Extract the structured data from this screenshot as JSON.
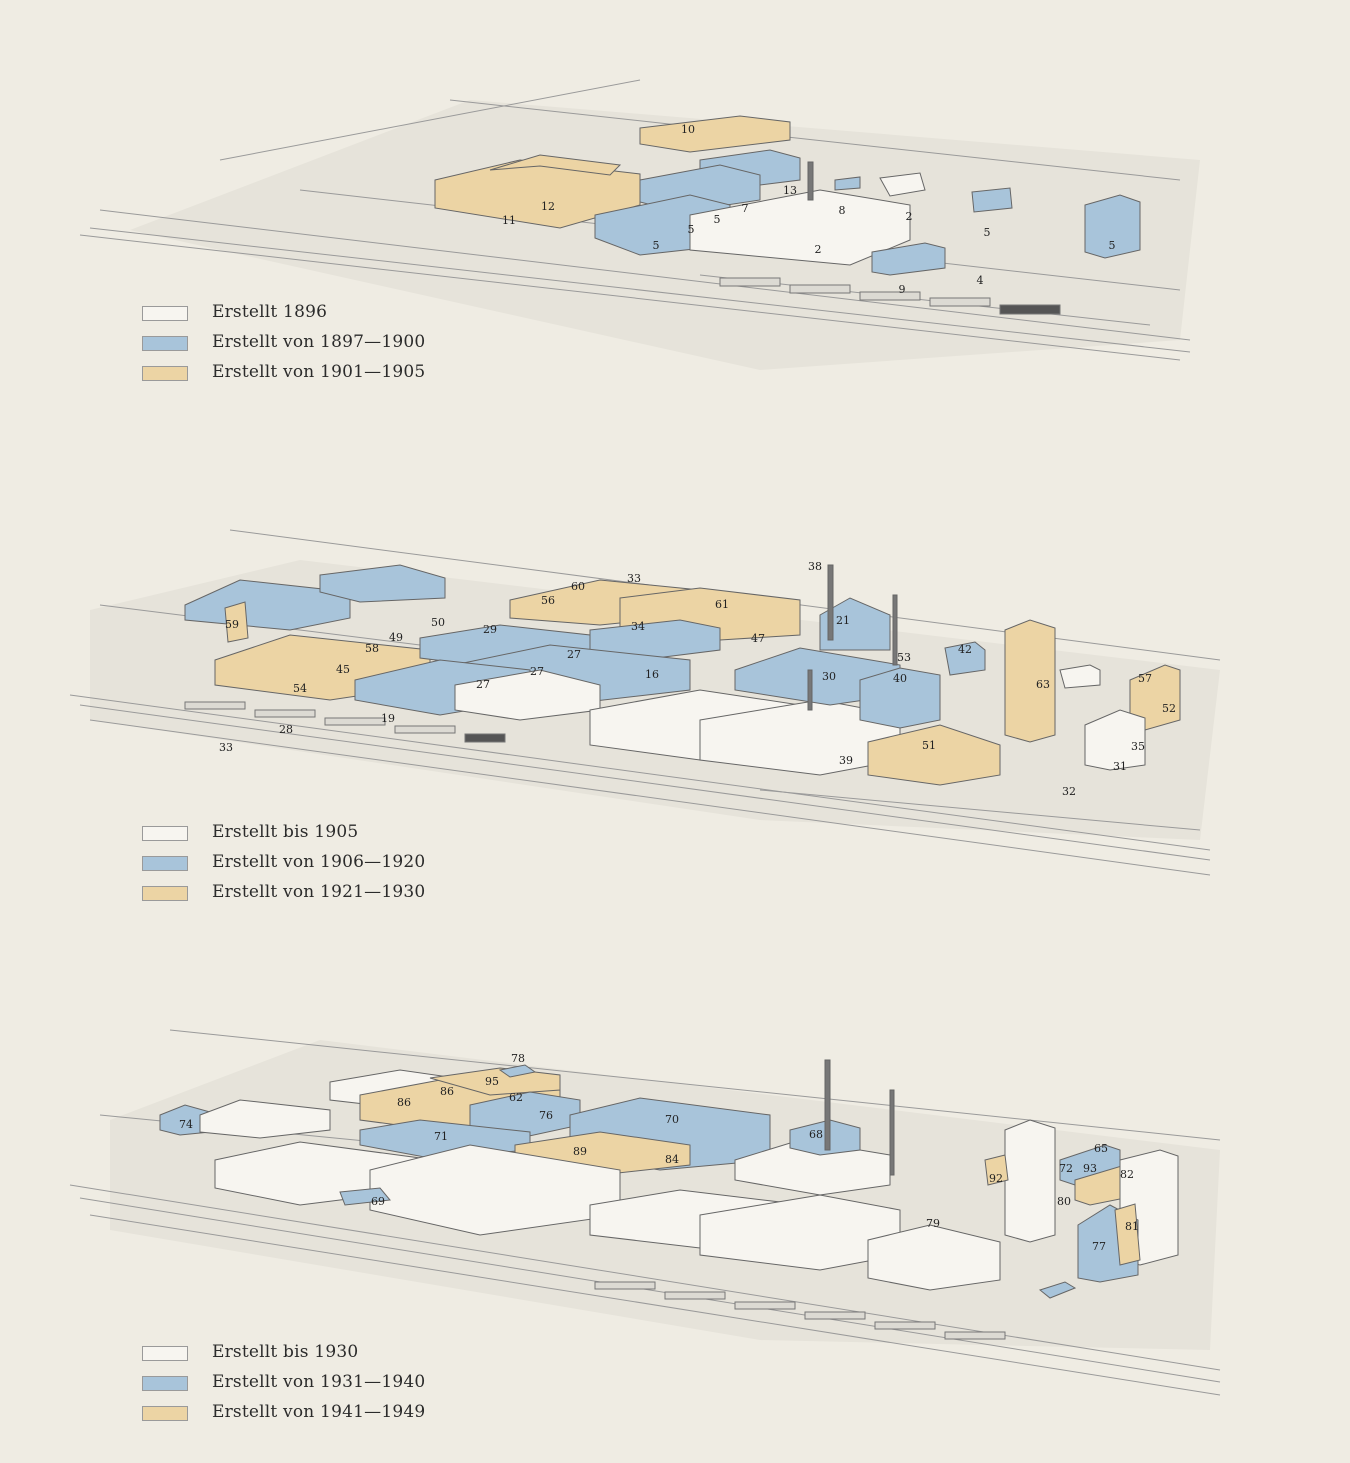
{
  "colors": {
    "white": "#f7f5f0",
    "blue": "#a8c4da",
    "tan": "#ecd4a4",
    "outline": "#666666",
    "ground": "#e3e0d8"
  },
  "panels": [
    {
      "legend": [
        {
          "label": "Erstellt 1896",
          "color": "white"
        },
        {
          "label": "Erstellt von 1897—1900",
          "color": "blue"
        },
        {
          "label": "Erstellt von 1901—1905",
          "color": "tan"
        }
      ],
      "labels": [
        "10",
        "12",
        "11",
        "13",
        "7",
        "5",
        "5",
        "5",
        "8",
        "2",
        "2",
        "5",
        "5",
        "4",
        "9"
      ]
    },
    {
      "legend": [
        {
          "label": "Erstellt bis 1905",
          "color": "white"
        },
        {
          "label": "Erstellt von 1906—1920",
          "color": "blue"
        },
        {
          "label": "Erstellt von 1921—1930",
          "color": "tan"
        }
      ],
      "labels": [
        "38",
        "60",
        "33",
        "56",
        "61",
        "59",
        "50",
        "29",
        "34",
        "49",
        "58",
        "21",
        "47",
        "27",
        "42",
        "53",
        "45",
        "16",
        "27",
        "54",
        "27",
        "30",
        "40",
        "63",
        "57",
        "52",
        "19",
        "28",
        "33",
        "51",
        "35",
        "39",
        "31",
        "32"
      ]
    },
    {
      "legend": [
        {
          "label": "Erstellt bis 1930",
          "color": "white"
        },
        {
          "label": "Erstellt von 1931—1940",
          "color": "blue"
        },
        {
          "label": "Erstellt von 1941—1949",
          "color": "tan"
        }
      ],
      "labels": [
        "78",
        "95",
        "86",
        "86",
        "62",
        "76",
        "70",
        "74",
        "71",
        "68",
        "89",
        "84",
        "65",
        "72",
        "93",
        "82",
        "92",
        "80",
        "69",
        "81",
        "77",
        "79"
      ]
    }
  ]
}
